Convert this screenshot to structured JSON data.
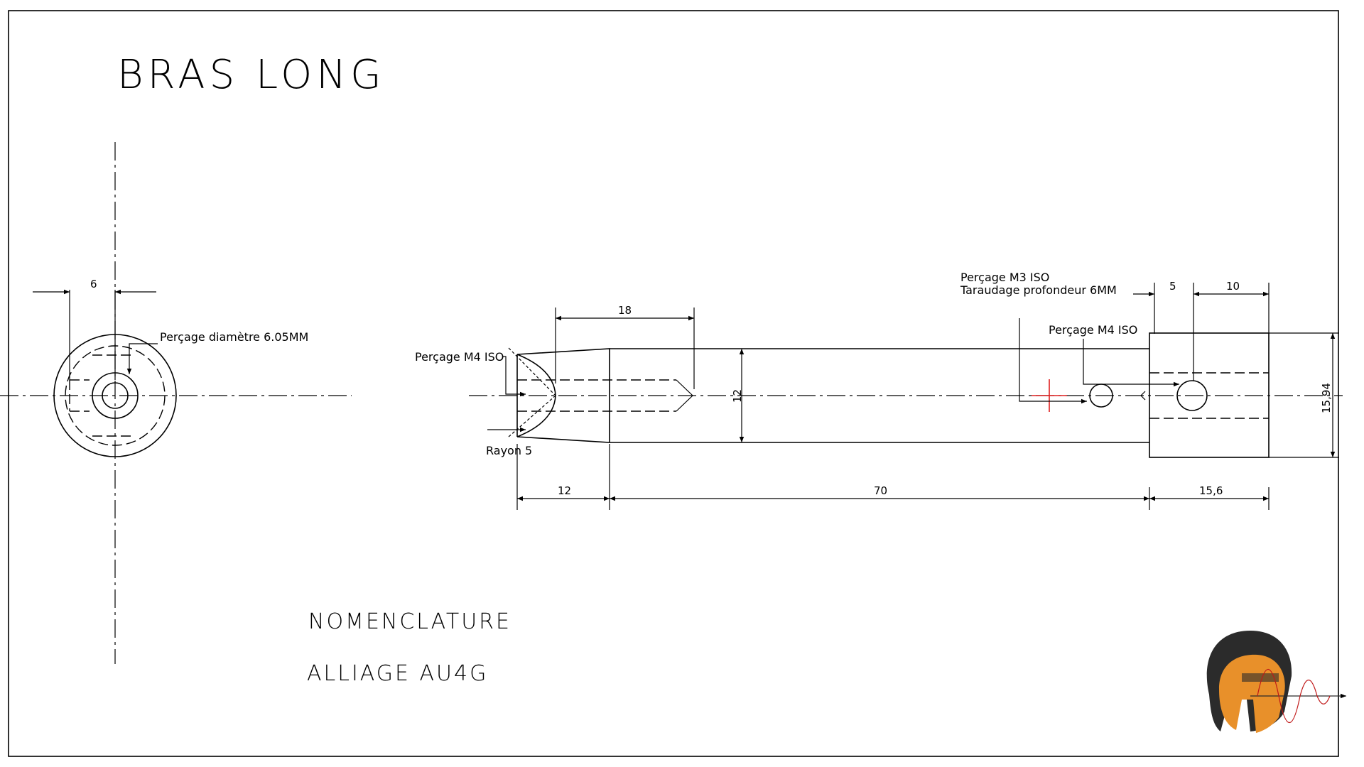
{
  "title": "BRAS LONG",
  "nomenclature_heading": "NOMENCLATURE",
  "material": "ALLIAGE AU4G",
  "annotations": {
    "bore_side_view": "Perçage diamètre 6.05MM",
    "left_drill": "Perçage M4 ISO",
    "radius": "Rayon 5",
    "m3_drill_line1": "Perçage M3 ISO",
    "m3_drill_line2": "Taraudage profondeur 6MM",
    "right_drill": "Perçage M4 ISO"
  },
  "dimensions": {
    "side_width": "6",
    "depth_18": "18",
    "diameter_12": "12",
    "left_length": "12",
    "body_length": "70",
    "head_length": "15,6",
    "head_5": "5",
    "head_10": "10",
    "head_height": "15,94"
  },
  "colors": {
    "line": "#000000",
    "marker_red": "#e02020",
    "logo_orange": "#e8902a",
    "logo_dark": "#2b2b2b"
  }
}
